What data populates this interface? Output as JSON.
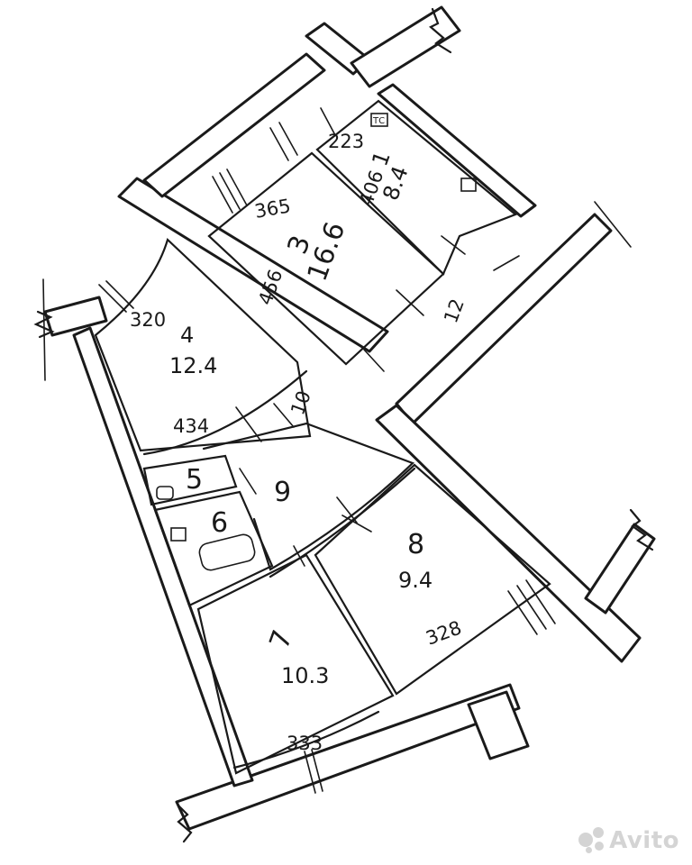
{
  "rooms": [
    {
      "number": "1",
      "area": "8.4"
    },
    {
      "number": "3",
      "area": "16.6"
    },
    {
      "number": "4",
      "area": "12.4"
    },
    {
      "number": "5",
      "area": ""
    },
    {
      "number": "6",
      "area": ""
    },
    {
      "number": "7",
      "area": "10.3"
    },
    {
      "number": "8",
      "area": "9.4"
    },
    {
      "number": "9",
      "area": ""
    }
  ],
  "dimensions": {
    "d223": "223",
    "d406": "406",
    "d365": "365",
    "d456": "456",
    "d12": "12",
    "d320": "320",
    "d434": "434",
    "d10": "10",
    "d328": "328",
    "d333": "333"
  },
  "symbols": {
    "tc_mark": "ТС"
  },
  "watermark": {
    "text": "Avito"
  }
}
